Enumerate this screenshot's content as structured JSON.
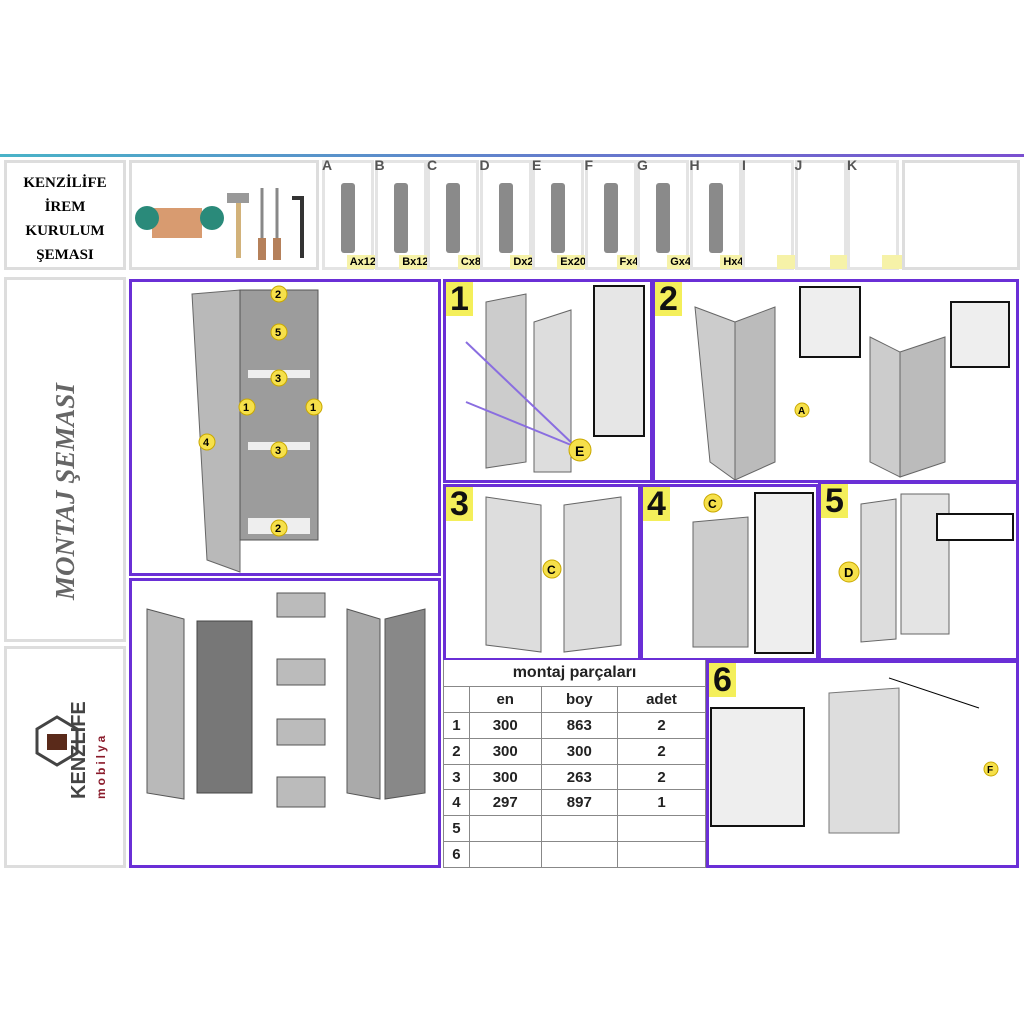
{
  "title_lines": [
    "KENZİLİFE",
    "İREM",
    "KURULUM",
    "ŞEMASI"
  ],
  "side_title": "MONTAJ ŞEMASI",
  "logo": {
    "brand": "KENZLIFE",
    "sub": "mobilya"
  },
  "parts": [
    {
      "letter": "A",
      "qty": "Ax12"
    },
    {
      "letter": "B",
      "qty": "Bx12"
    },
    {
      "letter": "C",
      "qty": "Cx8"
    },
    {
      "letter": "D",
      "qty": "Dx2"
    },
    {
      "letter": "E",
      "qty": "Ex20"
    },
    {
      "letter": "F",
      "qty": "Fx4"
    },
    {
      "letter": "G",
      "qty": "Gx4"
    },
    {
      "letter": "H",
      "qty": "Hx4"
    },
    {
      "letter": "I",
      "qty": ""
    },
    {
      "letter": "J",
      "qty": ""
    },
    {
      "letter": "K",
      "qty": ""
    }
  ],
  "steps": [
    "1",
    "2",
    "3",
    "4",
    "5",
    "6"
  ],
  "labels": {
    "p1": "1",
    "p2": "2",
    "p3": "3",
    "p4": "4",
    "p5": "5",
    "E": "E",
    "A": "A",
    "C": "C",
    "D": "D",
    "F": "F"
  },
  "table": {
    "title": "montaj parçaları",
    "headers": [
      "",
      "en",
      "boy",
      "adet"
    ],
    "rows": [
      [
        "1",
        "300",
        "863",
        "2"
      ],
      [
        "2",
        "300",
        "300",
        "2"
      ],
      [
        "3",
        "300",
        "263",
        "2"
      ],
      [
        "4",
        "297",
        "897",
        "1"
      ],
      [
        "5",
        "",
        "",
        ""
      ],
      [
        "6",
        "",
        "",
        ""
      ]
    ]
  }
}
